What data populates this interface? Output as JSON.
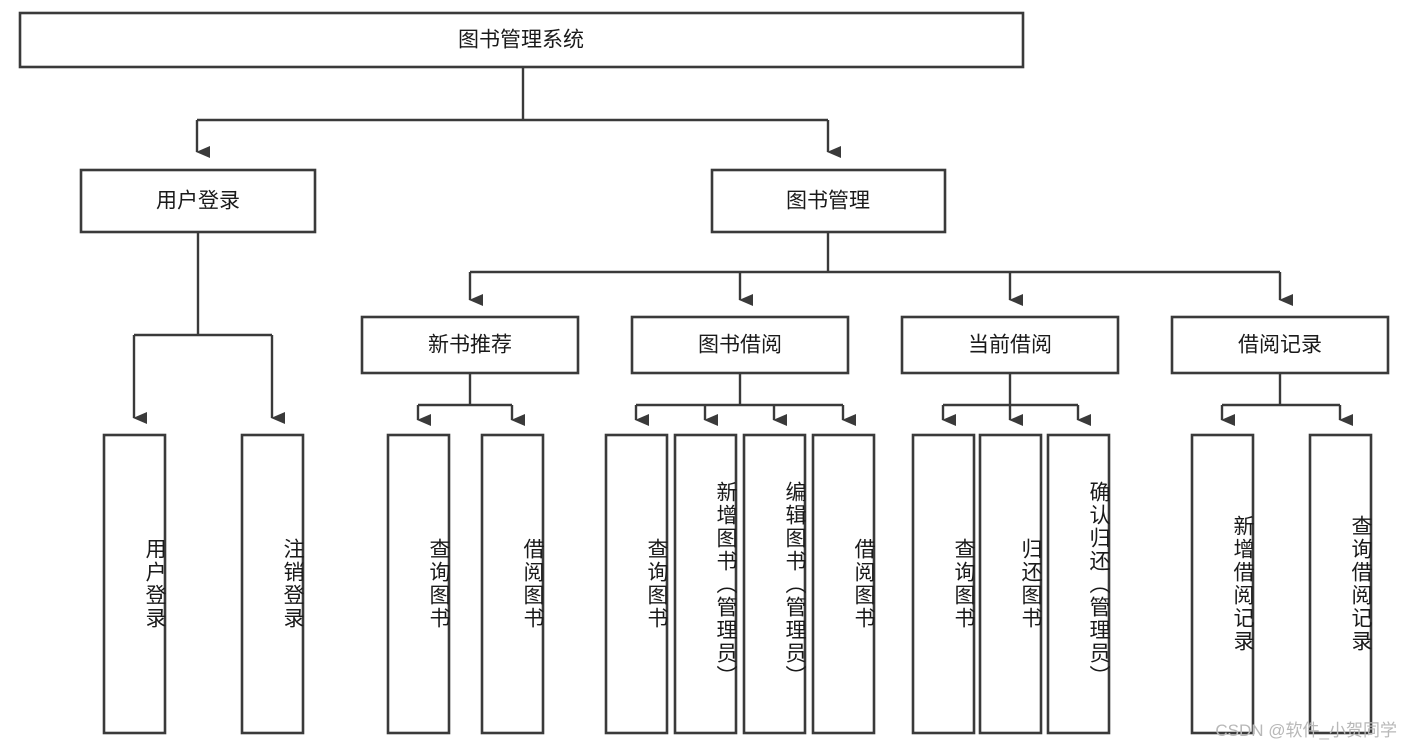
{
  "diagram": {
    "title": "图书管理系统",
    "type": "tree-hierarchy-chart",
    "root": {
      "label": "图书管理系统"
    },
    "level2": [
      {
        "label": "用户登录"
      },
      {
        "label": "图书管理"
      }
    ],
    "level3": [
      {
        "label": "新书推荐"
      },
      {
        "label": "图书借阅"
      },
      {
        "label": "当前借阅"
      },
      {
        "label": "借阅记录"
      }
    ],
    "leaves": {
      "user_login": [
        {
          "label": "用户登录"
        },
        {
          "label": "注销登录"
        }
      ],
      "new_book_recommend": [
        {
          "label": "查询图书"
        },
        {
          "label": "借阅图书"
        }
      ],
      "book_borrow": [
        {
          "label": "查询图书"
        },
        {
          "label": "新增图书（管理员）"
        },
        {
          "label": "编辑图书（管理员）"
        },
        {
          "label": "借阅图书"
        }
      ],
      "current_borrow": [
        {
          "label": "查询图书"
        },
        {
          "label": "归还图书"
        },
        {
          "label": "确认归还（管理员）"
        }
      ],
      "borrow_record": [
        {
          "label": "新增借阅记录"
        },
        {
          "label": "查询借阅记录"
        }
      ]
    }
  },
  "watermark": {
    "text": "CSDN @软件_小贺同学"
  },
  "colors": {
    "box_stroke": "#3a3a3a",
    "box_fill": "#ffffff",
    "connector": "#3a3a3a",
    "text": "#1a1a1a",
    "watermark": "#b8b8b8",
    "background": "#ffffff"
  }
}
